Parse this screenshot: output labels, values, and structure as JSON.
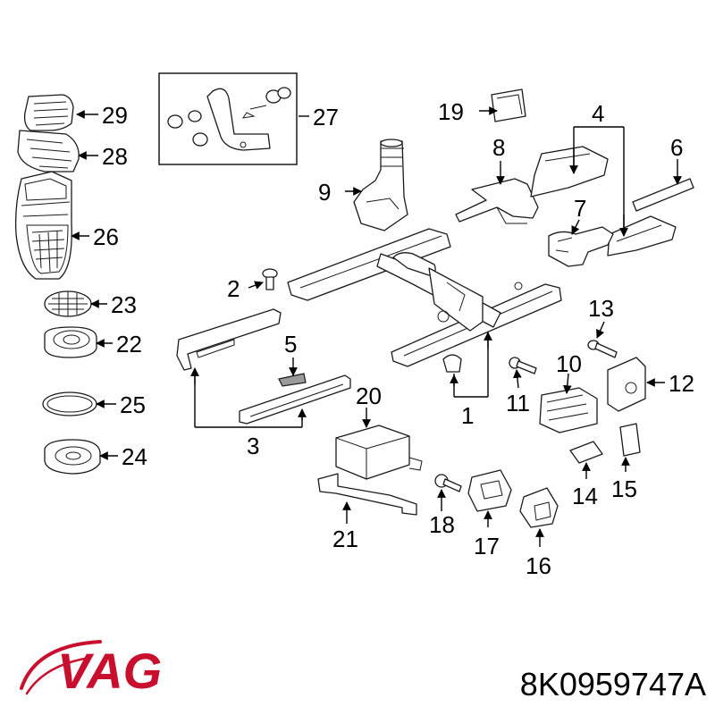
{
  "diagram": {
    "callouts": [
      "1",
      "2",
      "3",
      "4",
      "5",
      "6",
      "7",
      "8",
      "9",
      "10",
      "11",
      "12",
      "13",
      "14",
      "15",
      "16",
      "17",
      "18",
      "19",
      "20",
      "21",
      "22",
      "23",
      "24",
      "25",
      "26",
      "27",
      "28",
      "29"
    ]
  },
  "brand": {
    "name": "VAG",
    "color": "#c8102e"
  },
  "part_number": "8K0959747A"
}
